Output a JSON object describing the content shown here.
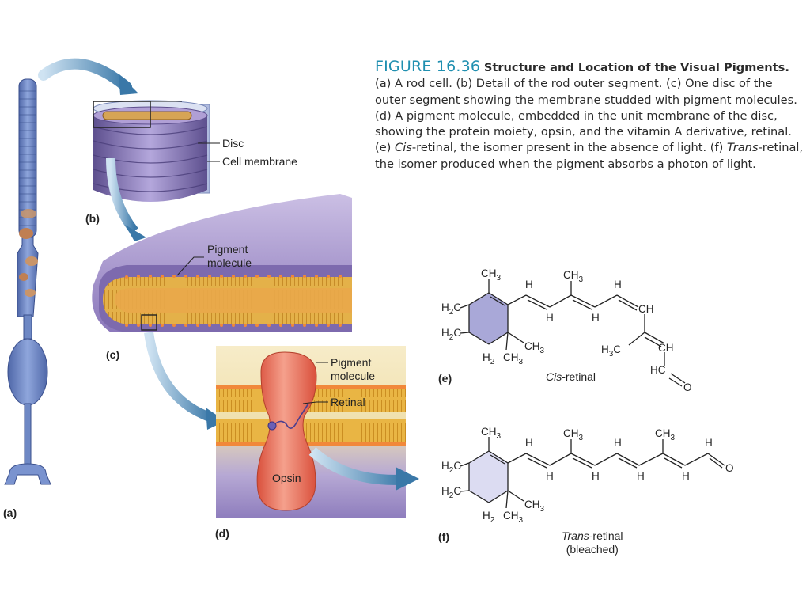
{
  "caption": {
    "figure_number": "FIGURE 16.36",
    "title": "Structure and Location of the Visual Pigments.",
    "body": " (a) A rod cell. (b) Detail of the rod outer segment. (c) One disc of the outer segment showing the membrane studded with pigment molecules. (d) A pigment molecule, embedded in the unit membrane of the disc, showing the protein moiety, opsin, and the vitamin A derivative, retinal. (e) ",
    "body_cis": "Cis",
    "body_mid": "-retinal, the isomer present in the absence of light. (f) ",
    "body_trans": "Trans",
    "body_end": "-retinal, the isomer produced when the pigment absorbs a photon of light."
  },
  "panels": {
    "a": "(a)",
    "b": "(b)",
    "c": "(c)",
    "d": "(d)",
    "e": "(e)",
    "f": "(f)"
  },
  "labels": {
    "disc": "Disc",
    "cell_membrane": "Cell membrane",
    "pigment_c_1": "Pigment",
    "pigment_c_2": "molecule",
    "pigment_d_1": "Pigment",
    "pigment_d_2": "molecule",
    "retinal": "Retinal",
    "opsin": "Opsin"
  },
  "molecules": {
    "cis_name_italic": "Cis",
    "cis_name_rest": "-retinal",
    "trans_name_italic": "Trans",
    "trans_name_rest": "-retinal",
    "trans_note": "(bleached)",
    "atoms": {
      "ch3": "CH",
      "three": "3",
      "h2c": "H",
      "two": "2",
      "c": "C",
      "h": "H",
      "ch": "CH",
      "hc": "HC",
      "o": "O",
      "h3c": "H",
      "c3": "3"
    }
  },
  "colors": {
    "figure_number": "#1f8fb0",
    "rod_cell": "#6e88c4",
    "disc_stack": "#8d7db8",
    "membrane_yellow": "#e8b24a",
    "opsin": "#e8705a",
    "arrow": "#4a86b0",
    "ring_cis": "#a9a8d8",
    "ring_trans": "#dcdcf2"
  }
}
